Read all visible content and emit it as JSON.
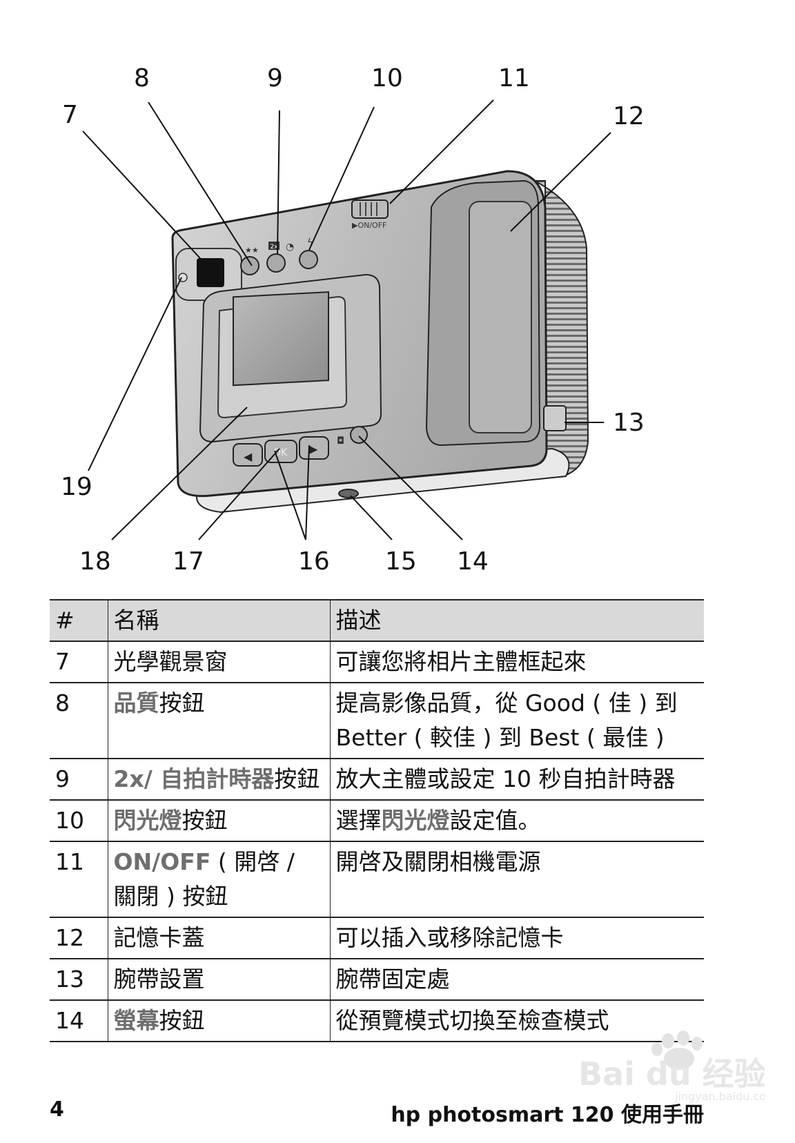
{
  "callouts": [
    "7",
    "8",
    "9",
    "10",
    "11",
    "12",
    "13",
    "14",
    "15",
    "16",
    "17",
    "18",
    "19"
  ],
  "camera": {
    "switch_label": "▶ON/OFF",
    "ok_label": "OK",
    "zoom_label": "2x"
  },
  "table": {
    "headers": [
      "#",
      "名稱",
      "描述"
    ],
    "rows": [
      {
        "num": "7",
        "name": [
          "光學觀景窗"
        ],
        "desc": [
          "可讓您將相片主體框起來"
        ]
      },
      {
        "num": "8",
        "name": [
          "品質",
          "按鈕"
        ],
        "desc": [
          "提高影像品質，從 Good ( 佳 ) 到 Better ( 較佳 ) 到 Best ( 最佳 )"
        ]
      },
      {
        "num": "9",
        "name": [
          "2x/ 自拍計時器",
          "按鈕"
        ],
        "desc": [
          "放大主體或設定 10 秒自拍計時器"
        ]
      },
      {
        "num": "10",
        "name": [
          "閃光燈",
          "按鈕"
        ],
        "desc": [
          "選擇",
          "閃光燈",
          "設定值。"
        ]
      },
      {
        "num": "11",
        "name": [
          "ON/OFF",
          " ( 開啓 / 關閉 ) 按鈕"
        ],
        "desc": [
          "開啓及關閉相機電源"
        ]
      },
      {
        "num": "12",
        "name": [
          "記憶卡蓋"
        ],
        "desc": [
          "可以插入或移除記憶卡"
        ]
      },
      {
        "num": "13",
        "name": [
          "腕帶設置"
        ],
        "desc": [
          "腕帶固定處"
        ]
      },
      {
        "num": "14",
        "name": [
          "螢幕",
          "按鈕"
        ],
        "desc": [
          "從預覽模式切換至檢查模式"
        ]
      }
    ]
  },
  "footer": {
    "page_number": "4",
    "title": "hp photosmart 120 使用手冊"
  },
  "watermark": {
    "brand": "Bai du 经验",
    "domain": "jingyan.baidu.com"
  },
  "colors": {
    "highlight": "#6e6e6e",
    "header_bg": "#d9d9d9",
    "rule": "#222222"
  }
}
